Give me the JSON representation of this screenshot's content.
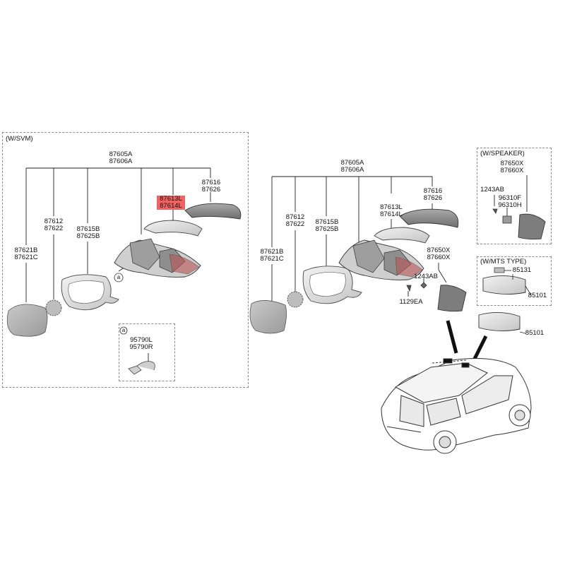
{
  "panel_svm": {
    "title": "(W/SVM)",
    "label_mirror_assy": [
      "87605A",
      "87606A"
    ],
    "label_scalp_cover": [
      "87616",
      "87626"
    ],
    "label_garnish": [
      "87613L",
      "87614L"
    ],
    "label_actuator": [
      "87612",
      "87622"
    ],
    "label_housing": [
      "87615B",
      "87625B"
    ],
    "label_glass": [
      "87621B",
      "87621C"
    ],
    "callout_a": "a",
    "detail": {
      "tag": "a",
      "label": [
        "95790L",
        "95790R"
      ]
    }
  },
  "panel_std": {
    "label_mirror_assy": [
      "87605A",
      "87606A"
    ],
    "label_scalp_cover": [
      "87616",
      "87626"
    ],
    "label_garnish": [
      "87613L",
      "87614L"
    ],
    "label_actuator": [
      "87612",
      "87622"
    ],
    "label_housing": [
      "87615B",
      "87625B"
    ],
    "label_glass": [
      "87621B",
      "87621C"
    ],
    "label_inner_cover": [
      "87650X",
      "87660X"
    ],
    "label_bolt": "1243AB",
    "label_screw": "1129EA"
  },
  "panel_speaker": {
    "title": "(W/SPEAKER)",
    "label_inner_cover": [
      "87650X",
      "87660X"
    ],
    "label_bolt": "1243AB",
    "label_speaker": [
      "96310F",
      "96310H"
    ]
  },
  "panel_mts": {
    "title": "(W/MTS TYPE)",
    "label_module": "85131",
    "label_room_mirror": "85101"
  },
  "room_mirror_label": "85101",
  "colors": {
    "highlight": "#f26262",
    "border": "#8a8a8a",
    "part_fill": "#d6d6d6",
    "part_dark": "#8c8c8c"
  }
}
